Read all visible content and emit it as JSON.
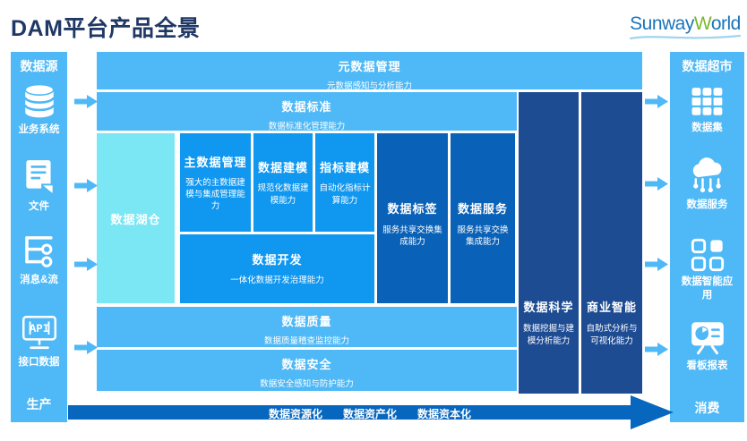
{
  "title": "DAM平台产品全景",
  "logo": {
    "parts": [
      "Sunway",
      "W",
      "orld"
    ]
  },
  "left_sidebar": {
    "header": "数据源",
    "items": [
      {
        "icon": "database-icon",
        "label": "业务系统"
      },
      {
        "icon": "file-icon",
        "label": "文件"
      },
      {
        "icon": "stream-icon",
        "label": "消息&流"
      },
      {
        "icon": "api-monitor-icon",
        "label": "接口数据"
      }
    ],
    "api_text": "API",
    "footer": "生产"
  },
  "right_sidebar": {
    "header": "数据超市",
    "items": [
      {
        "icon": "dataset-grid-icon",
        "label": "数据集"
      },
      {
        "icon": "cloud-service-icon",
        "label": "数据服务"
      },
      {
        "icon": "apps-icon",
        "label": "数据智能应用"
      },
      {
        "icon": "dashboard-board-icon",
        "label": "看板报表"
      }
    ],
    "footer": "消费"
  },
  "blocks": {
    "metadata": {
      "title": "元数据管理",
      "subtitle": "元数据感知与分析能力"
    },
    "standard": {
      "title": "数据标准",
      "subtitle": "数据标准化管理能力"
    },
    "lakehouse": {
      "title": "数据湖仓"
    },
    "mdm": {
      "title": "主数据管理",
      "subtitle": "强大的主数据建模与集成管理能力"
    },
    "modeling": {
      "title": "数据建模",
      "subtitle": "规范化数据建模能力"
    },
    "metrics": {
      "title": "指标建模",
      "subtitle": "自动化指标计算能力"
    },
    "dev": {
      "title": "数据开发",
      "subtitle": "一体化数据开发治理能力"
    },
    "tags": {
      "title": "数据标签",
      "subtitle": "服务共享交换集成能力"
    },
    "services": {
      "title": "数据服务",
      "subtitle": "服务共享交换集成能力"
    },
    "science": {
      "title": "数据科学",
      "subtitle": "数据挖掘与建模分析能力"
    },
    "bi": {
      "title": "商业智能",
      "subtitle": "自助式分析与可视化能力"
    },
    "quality": {
      "title": "数据质量",
      "subtitle": "数据质量稽查监控能力"
    },
    "security": {
      "title": "数据安全",
      "subtitle": "数据安全感知与防护能力"
    }
  },
  "bottom_arrow": {
    "labels": [
      "数据资源化",
      "数据资产化",
      "数据资本化"
    ]
  },
  "colors": {
    "light_blue": "#4FB8F6",
    "cyan": "#7BE6F4",
    "azure": "#1097F0",
    "mid_blue": "#0A62B8",
    "navy": "#1E4C93",
    "arrow_dark_blue": "#0767BF",
    "title_navy": "#1F3864",
    "logo_blue": "#1A75BC",
    "logo_green": "#7AB82E"
  }
}
